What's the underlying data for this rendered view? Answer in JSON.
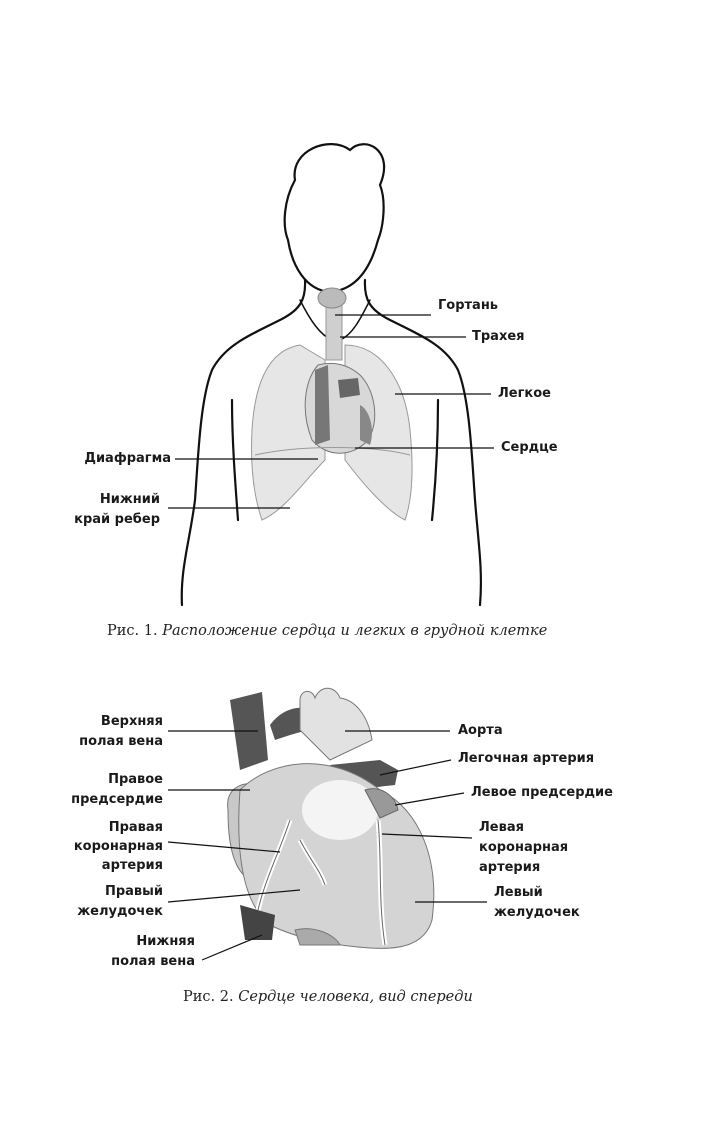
{
  "figure1": {
    "labels": {
      "larynx": "Гортань",
      "trachea": "Трахея",
      "lung": "Легкое",
      "heart": "Сердце",
      "diaphragm": "Диафрагма",
      "ribs_line1": "Нижний",
      "ribs_line2": "край ребер"
    },
    "caption_prefix": "Рис. 1.",
    "caption_text": "Расположение сердца и легких в грудной клетке"
  },
  "figure2": {
    "labels": {
      "svc_1": "Верхняя",
      "svc_2": "полая вена",
      "ra_1": "Правое",
      "ra_2": "предсердие",
      "rca_1": "Правая",
      "rca_2": "коронарная",
      "rca_3": "артерия",
      "rv_1": "Правый",
      "rv_2": "желудочек",
      "ivc_1": "Нижняя",
      "ivc_2": "полая вена",
      "aorta": "Аорта",
      "pa": "Легочная артерия",
      "la": "Левое предсердие",
      "lca_1": "Левая",
      "lca_2": "коронарная",
      "lca_3": "артерия",
      "lv_1": "Левый",
      "lv_2": "желудочек"
    },
    "caption_prefix": "Рис. 2.",
    "caption_text": "Сердце человека, вид спереди"
  }
}
